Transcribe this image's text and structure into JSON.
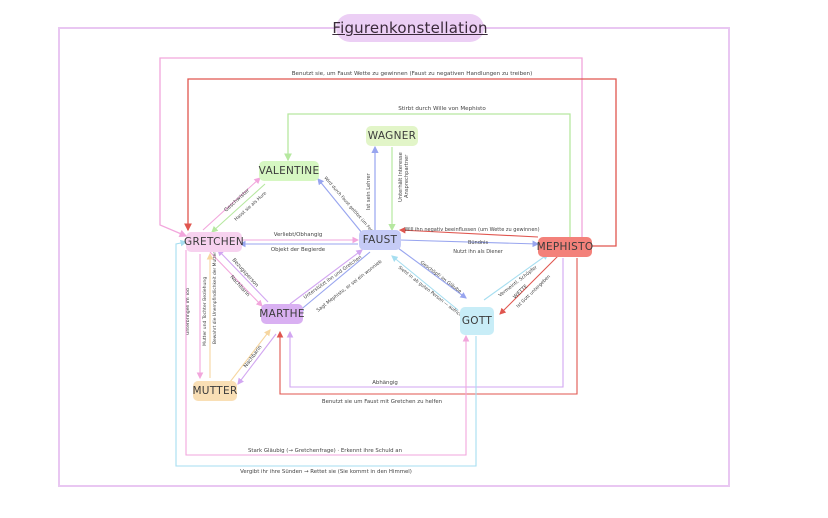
{
  "title": "Figurenkonstellation",
  "nodes": {
    "wagner": {
      "label": "WAGNER",
      "color": "#e2f5c8"
    },
    "valentine": {
      "label": "VALENTINE",
      "color": "#d6f7c2"
    },
    "faust": {
      "label": "FAUST",
      "color": "#c5cbf6"
    },
    "gretchen": {
      "label": "GRETCHEN",
      "color": "#f7d2ef"
    },
    "mephisto": {
      "label": "MEPHISTO",
      "color": "#f3817a"
    },
    "marthe": {
      "label": "MARTHE",
      "color": "#d9b0f2"
    },
    "gott": {
      "label": "GOTT",
      "color": "#c8edf7"
    },
    "mutter": {
      "label": "MUTTER",
      "color": "#f9dfb5"
    }
  },
  "edges": {
    "top_pink": "Benutzt sie, um Faust Wette zu gewinnen (Faust zu negativen Handlungen zu treiben)",
    "green_top": "Stirbt durch Wille von Mephisto",
    "wagner_a": "Ist sein Lehrer",
    "wagner_b": "Unterhält Interesse",
    "wagner_c": "Ansprechpartner",
    "val_faust": "Wird durch Faust getötet (im Fechten)",
    "geschwister": "Geschwister",
    "hasst": "Hasst sie als Hure",
    "verliebt": "Verliebt/Obhangig",
    "objekt": "Objekt der Begierde",
    "will": "Will ihn negativ beeinflussen (um Wette zu gewinnen)",
    "buendnis": "Bündnis",
    "nutzt": "Nutzt ihn als Diener",
    "bezugsperson": "Bezugsperson",
    "nachbarin": "Nachbarin",
    "nachbarin2": "Nachbarin",
    "unterstuetzt": "Unterstützt ihn und Gretchen",
    "sagt": "Sagt Mephisto, er sei ein wonnieb",
    "geschoepf": "Geschöpf/ im Gläube",
    "sieht": "Sieht in ab guten Person — aufrichtigkeit",
    "vermeintl": "Vermeintl. Schöpfer",
    "wette": "WETTE",
    "ist_gott": "Ist Gott untergeben",
    "abhaengig": "Abhängig",
    "benutzt_gretchen": "Benutzt sie um Faust mit Gretchen zu helfen",
    "unterbringen": "Unterbringen im Tod",
    "mutter_toechter": "Mutter und Tochter Beziehung",
    "bewahrt": "Bewahrt die Unempfindlichkeit der Mutter",
    "stark": "Stark Gläubig (→ Gretchenfrage) · Erkennt ihre Schuld an",
    "vergibt": "Vergibt ihr ihre Sünden → Rettet sie (Sie kommt in den Himmel)"
  },
  "colors": {
    "pink": "#f2a6dc",
    "red": "#e0564f",
    "green": "#b6e8a0",
    "blue": "#98a5ef",
    "lightblue": "#a6def0",
    "purple": "#d2a6f1",
    "orange": "#f6d6a0",
    "frame": "#e9c7f2"
  }
}
